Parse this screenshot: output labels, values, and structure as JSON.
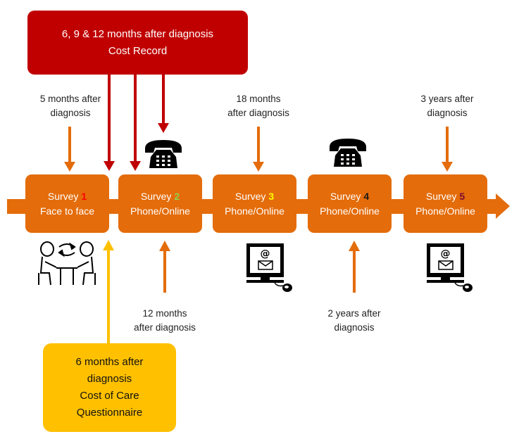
{
  "cost_record": {
    "line1": "6, 9 & 12 months after diagnosis",
    "line2": "Cost Record",
    "color": "#c00000"
  },
  "cost_of_care": {
    "line1": "6 months after",
    "line2": "diagnosis",
    "line3": "Cost of Care",
    "line4": "Questionnaire",
    "color": "#ffc000"
  },
  "surveys": [
    {
      "word": "Survey",
      "number": "1",
      "number_color": "#ff0000",
      "mode": "Face to face"
    },
    {
      "word": "Survey",
      "number": "2",
      "number_color": "#92d050",
      "mode": "Phone/Online"
    },
    {
      "word": "Survey",
      "number": "3",
      "number_color": "#ffff00",
      "mode": "Phone/Online"
    },
    {
      "word": "Survey",
      "number": "4",
      "number_color": "#1a1a1a",
      "mode": "Phone/Online"
    },
    {
      "word": "Survey",
      "number": "5",
      "number_color": "#7b0b36",
      "mode": "Phone/Online"
    }
  ],
  "timing_labels": {
    "s1": {
      "line1": "5 months after",
      "line2": "diagnosis"
    },
    "s2": {
      "line1": "12 months",
      "line2": "after diagnosis"
    },
    "s3": {
      "line1": "18 months",
      "line2": "after diagnosis"
    },
    "s4": {
      "line1": "2 years after",
      "line2": "diagnosis"
    },
    "s5": {
      "line1": "3 years after",
      "line2": "diagnosis"
    }
  },
  "colors": {
    "timeline": "#e46c0a",
    "arrow": "#e46c0a",
    "red_arrow": "#c00000",
    "yellow_arrow": "#ffc000"
  },
  "icons": [
    "face-to-face-icon",
    "telephone-icon",
    "computer-email-icon"
  ]
}
